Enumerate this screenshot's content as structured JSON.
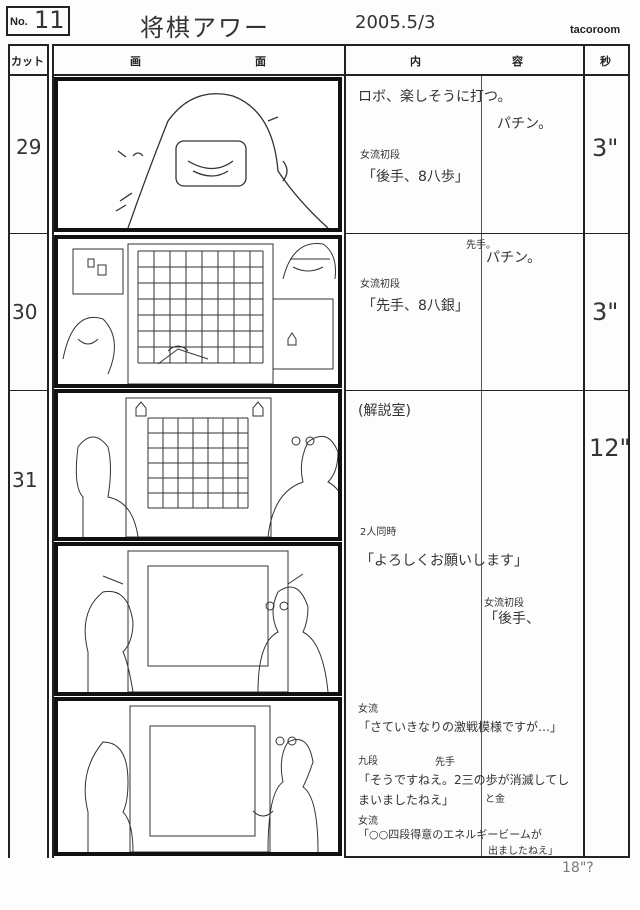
{
  "header": {
    "no_label": "No.",
    "no_value": "11",
    "title": "将棋アワー",
    "date": "2005.5/3",
    "brand": "tacoroom"
  },
  "columns": {
    "cut": "カット",
    "picture_1": "画",
    "picture_2": "面",
    "content_1": "内",
    "content_2": "容",
    "seconds": "秒"
  },
  "rows": [
    {
      "cut": "29",
      "seconds": "3\"",
      "lines": [
        "ロボ、楽しそうに打つ。",
        "パチン。",
        "女流初段",
        "「後手、8八歩」"
      ]
    },
    {
      "cut": "30",
      "seconds": "3\"",
      "lines": [
        "先手。",
        "パチン。",
        "女流初段",
        "「先手、8八銀」"
      ]
    },
    {
      "cut": "31",
      "seconds": "12\"",
      "lines": [
        "(解説室)",
        "2人同時",
        "「よろしくお願いします」",
        "女流初段",
        "「後手、",
        "女流",
        "「さていきなりの激戦模様ですが…」",
        "九段",
        "「そうですねえ。2三の歩が消滅してしまいましたねえ」",
        "先手",
        "と金",
        "女流",
        "「○○四段得意のエネルギービームが",
        "出ましたねえ」"
      ]
    }
  ],
  "total": "18\"?"
}
